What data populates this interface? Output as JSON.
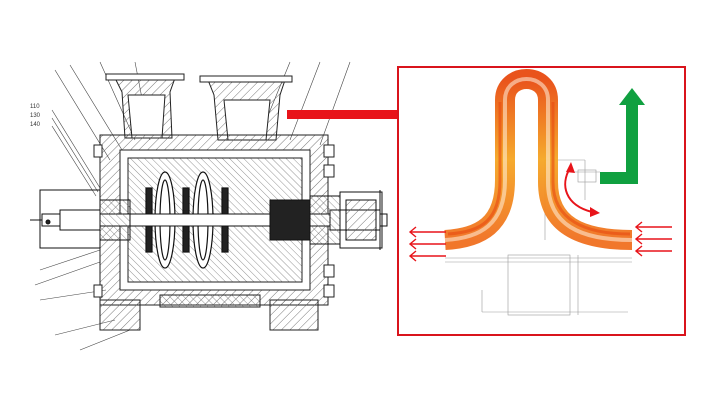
{
  "slide": {
    "drawing": {
      "callout_labels": [
        "110",
        "130",
        "140"
      ]
    },
    "arrows": {
      "main_arrow_color": "#e8141a",
      "detail_border_color": "#d9141c",
      "outflow_arrow_color": "#10a040",
      "inflow_arrow_color": "#e8141a"
    },
    "detail_panel": {
      "flow_colors": [
        "#f5a623",
        "#f07020",
        "#e84a10",
        "#fff0d0"
      ]
    }
  }
}
